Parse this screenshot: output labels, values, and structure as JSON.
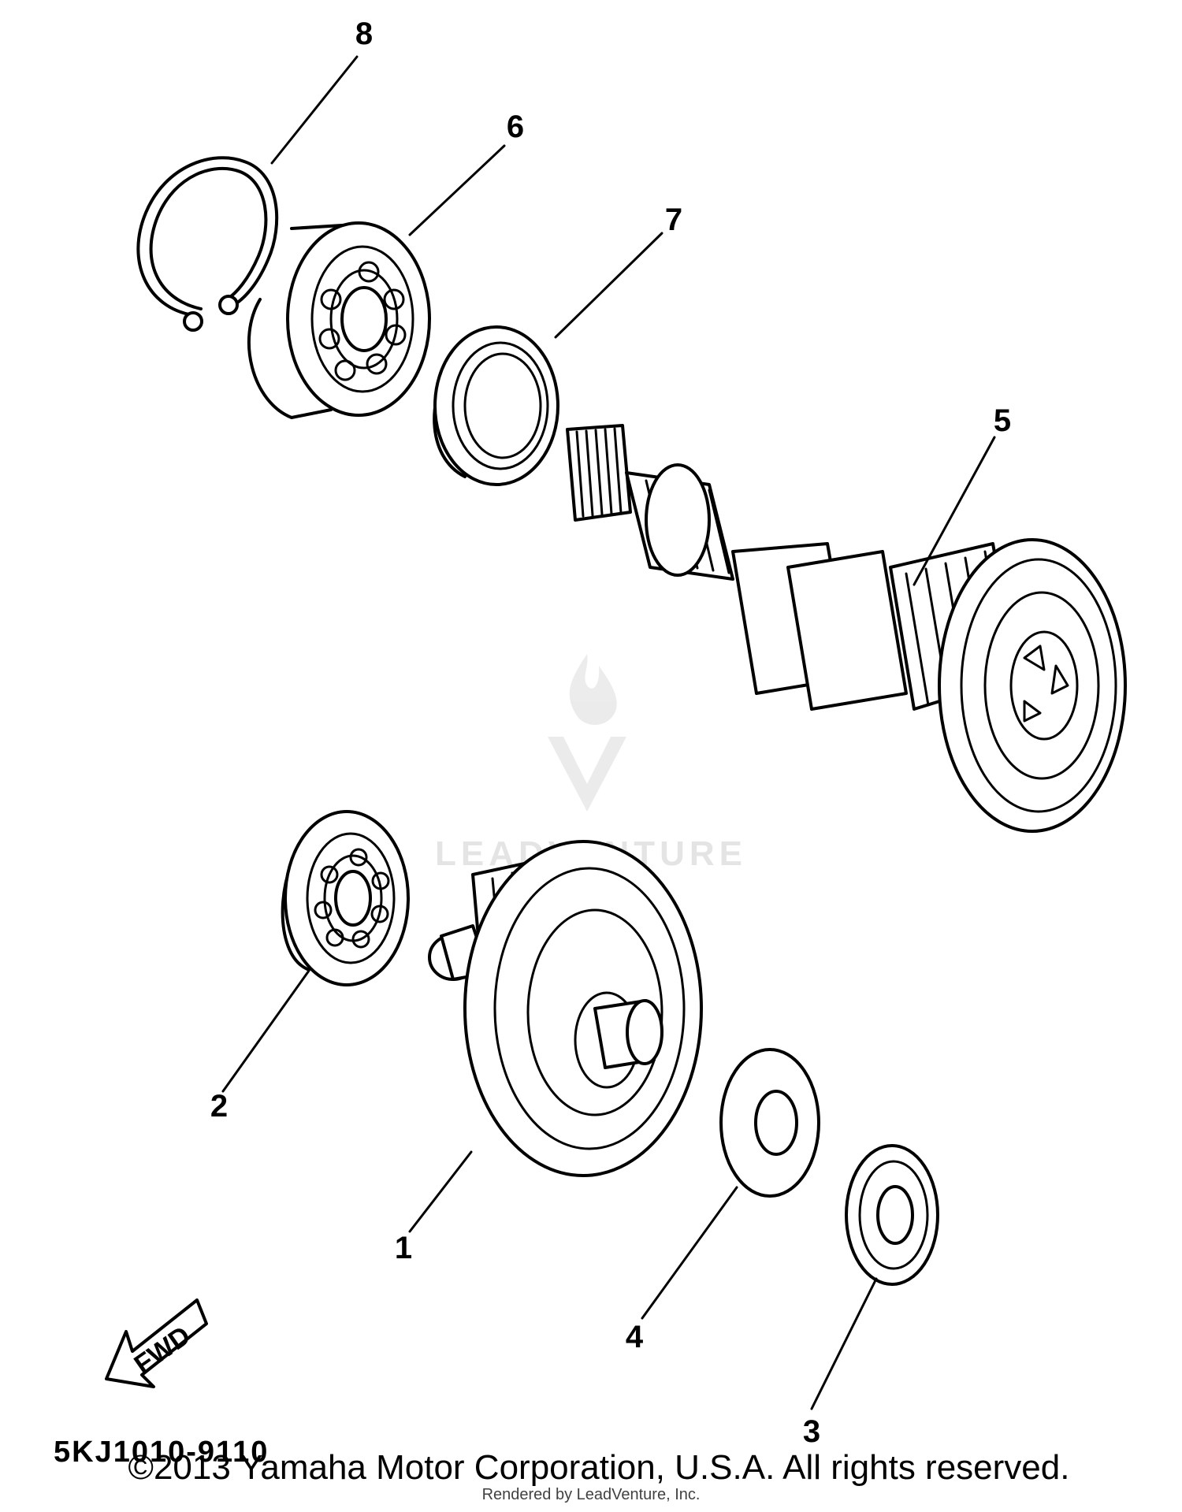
{
  "diagram": {
    "callouts": [
      "1",
      "2",
      "3",
      "4",
      "5",
      "6",
      "7",
      "8"
    ],
    "fwd_label": "FWD",
    "diagram_code": "5KJ1010-9110",
    "watermark_text": "LEADVENTURE"
  },
  "footer": {
    "copyright": "©2013 Yamaha Motor Corporation, U.S.A. All rights reserved.",
    "rendered_by": "Rendered by LeadVenture, Inc."
  }
}
